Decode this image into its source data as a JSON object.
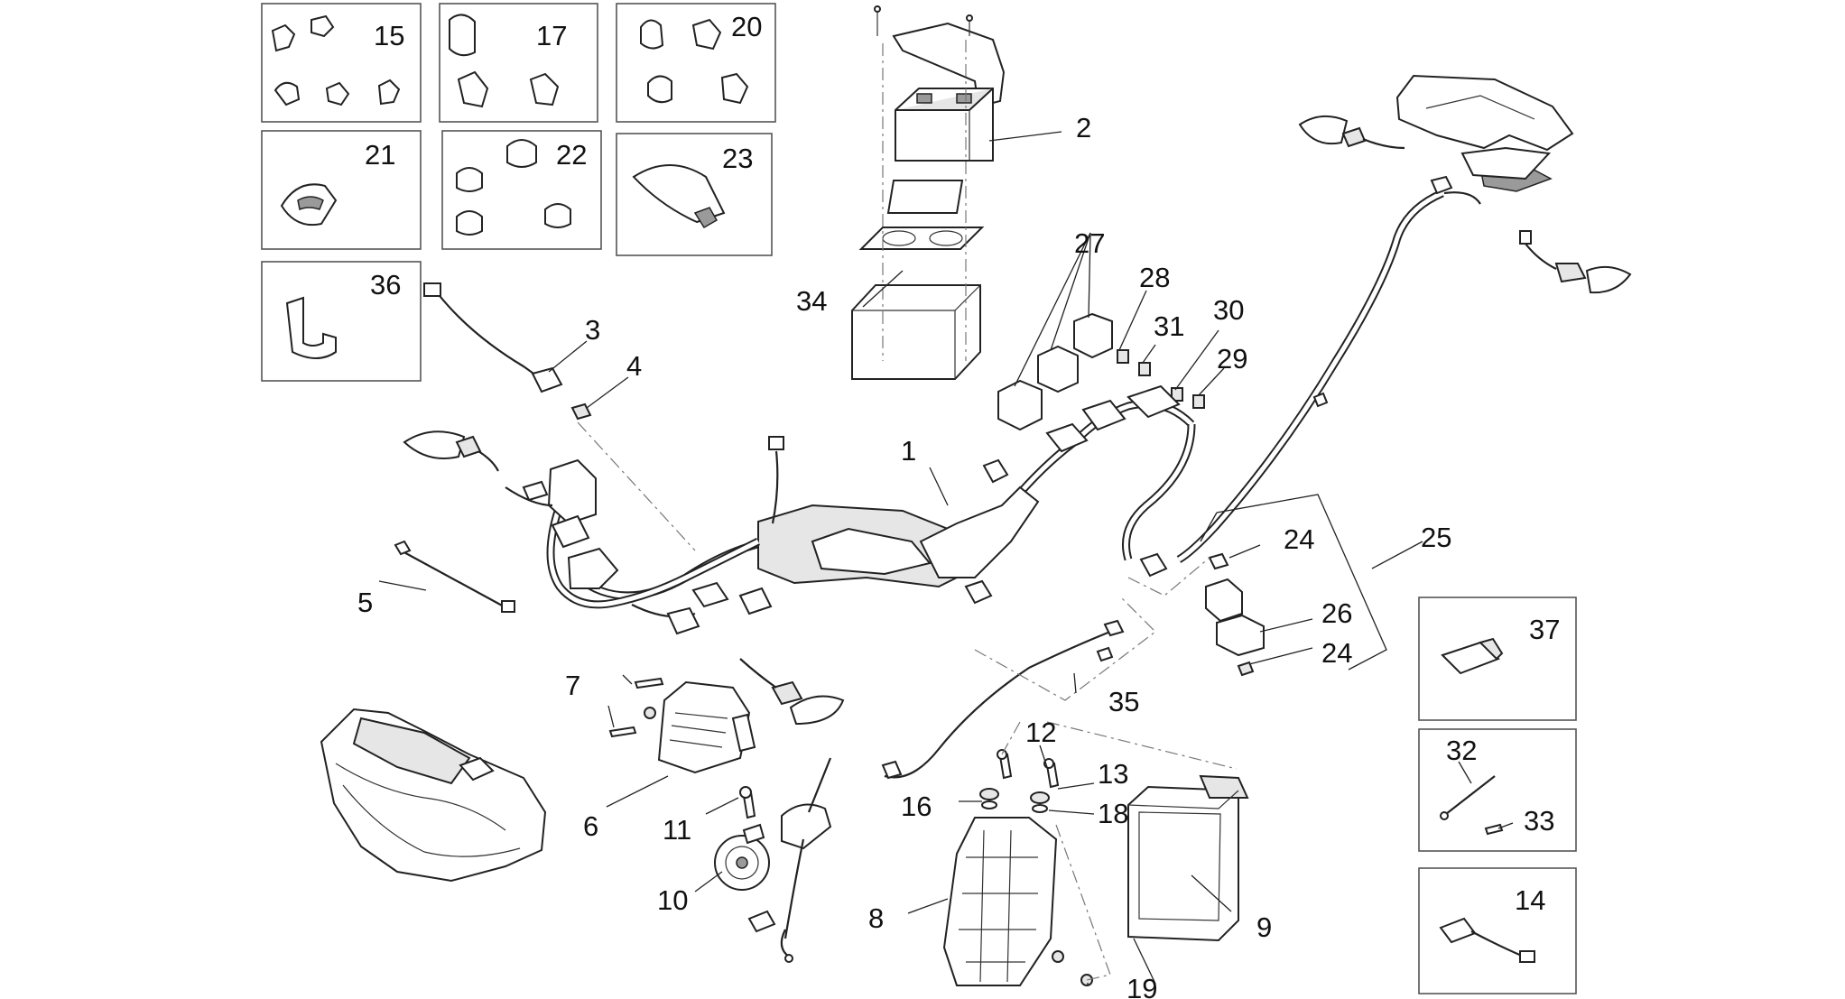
{
  "part_numbers": {
    "n1": "1",
    "n2": "2",
    "n3": "3",
    "n4": "4",
    "n5": "5",
    "n6": "6",
    "n7": "7",
    "n8": "8",
    "n9": "9",
    "n10": "10",
    "n11": "11",
    "n12": "12",
    "n13": "13",
    "n14": "14",
    "n15": "15",
    "n16": "16",
    "n17": "17",
    "n18": "18",
    "n19": "19",
    "n20": "20",
    "n21": "21",
    "n22": "22",
    "n23": "23",
    "n24a": "24",
    "n24b": "24",
    "n25": "25",
    "n26": "26",
    "n27": "27",
    "n28": "28",
    "n29": "29",
    "n30": "30",
    "n31": "31",
    "n32": "32",
    "n33": "33",
    "n34": "34",
    "n35": "35",
    "n36": "36",
    "n37": "37"
  },
  "colors": {
    "line": "#222222",
    "box_border": "#555555",
    "background": "#ffffff"
  }
}
